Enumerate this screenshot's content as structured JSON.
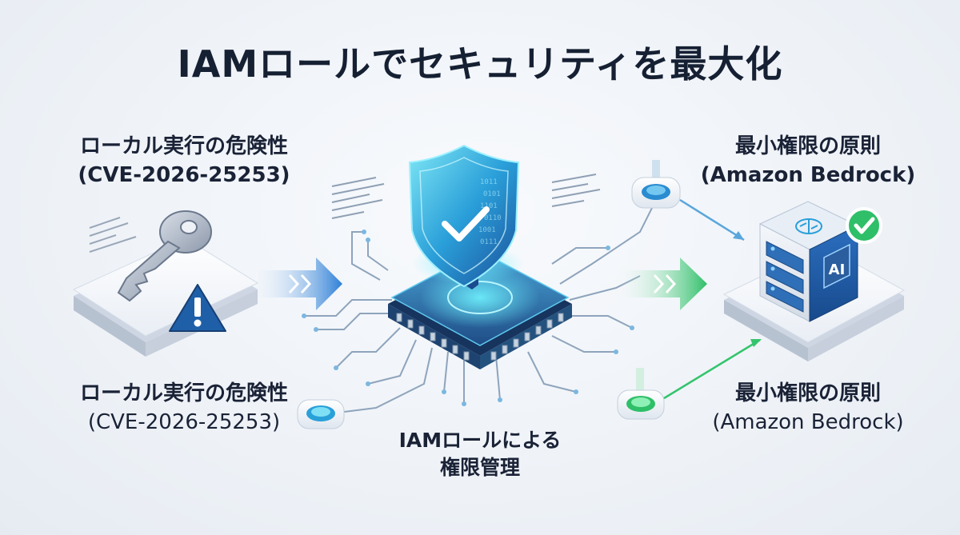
{
  "title": "IAMロールでセキュリティを最大化",
  "left": {
    "top_label": {
      "line1": "ローカル実行の危険性",
      "line2": "(CVE-2026-25253)"
    },
    "bottom_label": {
      "line1": "ローカル実行の危険性",
      "line2": "(CVE-2026-25253)"
    },
    "icons": [
      "key-icon",
      "warning-icon"
    ]
  },
  "center": {
    "label": {
      "line1": "IAMロールによる",
      "line2": "権限管理"
    },
    "icons": [
      "shield-check-icon",
      "chip-icon"
    ]
  },
  "right": {
    "top_label": {
      "line1": "最小権限の原則",
      "line2": "(Amazon Bedrock)"
    },
    "bottom_label": {
      "line1": "最小権限の原則",
      "line2": "(Amazon Bedrock)"
    },
    "server_badge": "AI",
    "icons": [
      "ai-server-icon",
      "check-badge-icon",
      "brain-icon"
    ]
  },
  "colors": {
    "accent_blue": "#2d7fd6",
    "accent_cyan": "#3fd3e6",
    "accent_green": "#35c46d",
    "warning": "#1f5fa8",
    "title": "#162033"
  }
}
